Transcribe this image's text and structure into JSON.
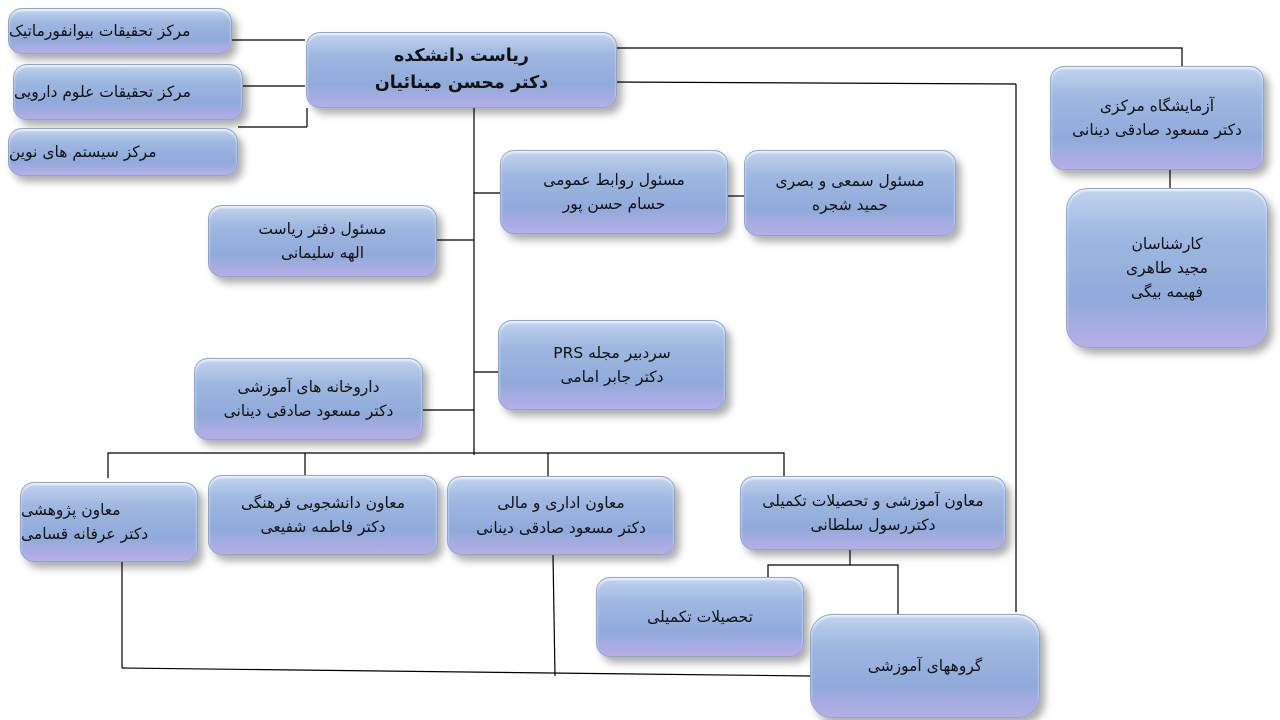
{
  "dean": {
    "title": "ریاست دانشکده",
    "name": "دکتر محسن مینائیان"
  },
  "centers": [
    {
      "label": "مرکز تحقیقات بیوانفورماتیک"
    },
    {
      "label": "مرکز تحقیقات علوم دارویی"
    },
    {
      "label": "مرکز سیستم های نوین"
    }
  ],
  "central_lab": {
    "title": "آزمایشگاه مرکزی",
    "name": "دکتر مسعود صادقی دینانی"
  },
  "experts": {
    "title": "کارشناسان",
    "names": [
      "مجید طاهری",
      "فهیمه بیگی"
    ]
  },
  "public_relations": {
    "title": "مسئول روابط عمومی",
    "name": "حسام حسن پور"
  },
  "audio_visual": {
    "title": "مسئول سمعی و بصری",
    "name": "حمید شجره"
  },
  "office": {
    "title": "مسئول دفتر ریاست",
    "name": "الهه سلیمانی"
  },
  "journal": {
    "title": "سردبیر مجله PRS",
    "name": "دکتر جابر امامی"
  },
  "pharmacy": {
    "title": "داروخانه های آموزشی",
    "name": "دکتر مسعود صادقی دینانی"
  },
  "research_vp": {
    "title": "معاون پژوهشی",
    "name": "دکتر عرفانه قسامی"
  },
  "student_vp": {
    "title": "معاون دانشجویی فرهنگی",
    "name": "دکتر فاطمه شفیعی"
  },
  "admin_vp": {
    "title": "معاون اداری و مالی",
    "name": "دکتر مسعود صادقی دینانی"
  },
  "education_vp": {
    "title": "معاون آموزشی و تحصیلات تکمیلی",
    "name": "دکتررسول سلطانی"
  },
  "graduate": {
    "label": "تحصیلات تکمیلی"
  },
  "departments": {
    "label": "گروههای آموزشی"
  }
}
